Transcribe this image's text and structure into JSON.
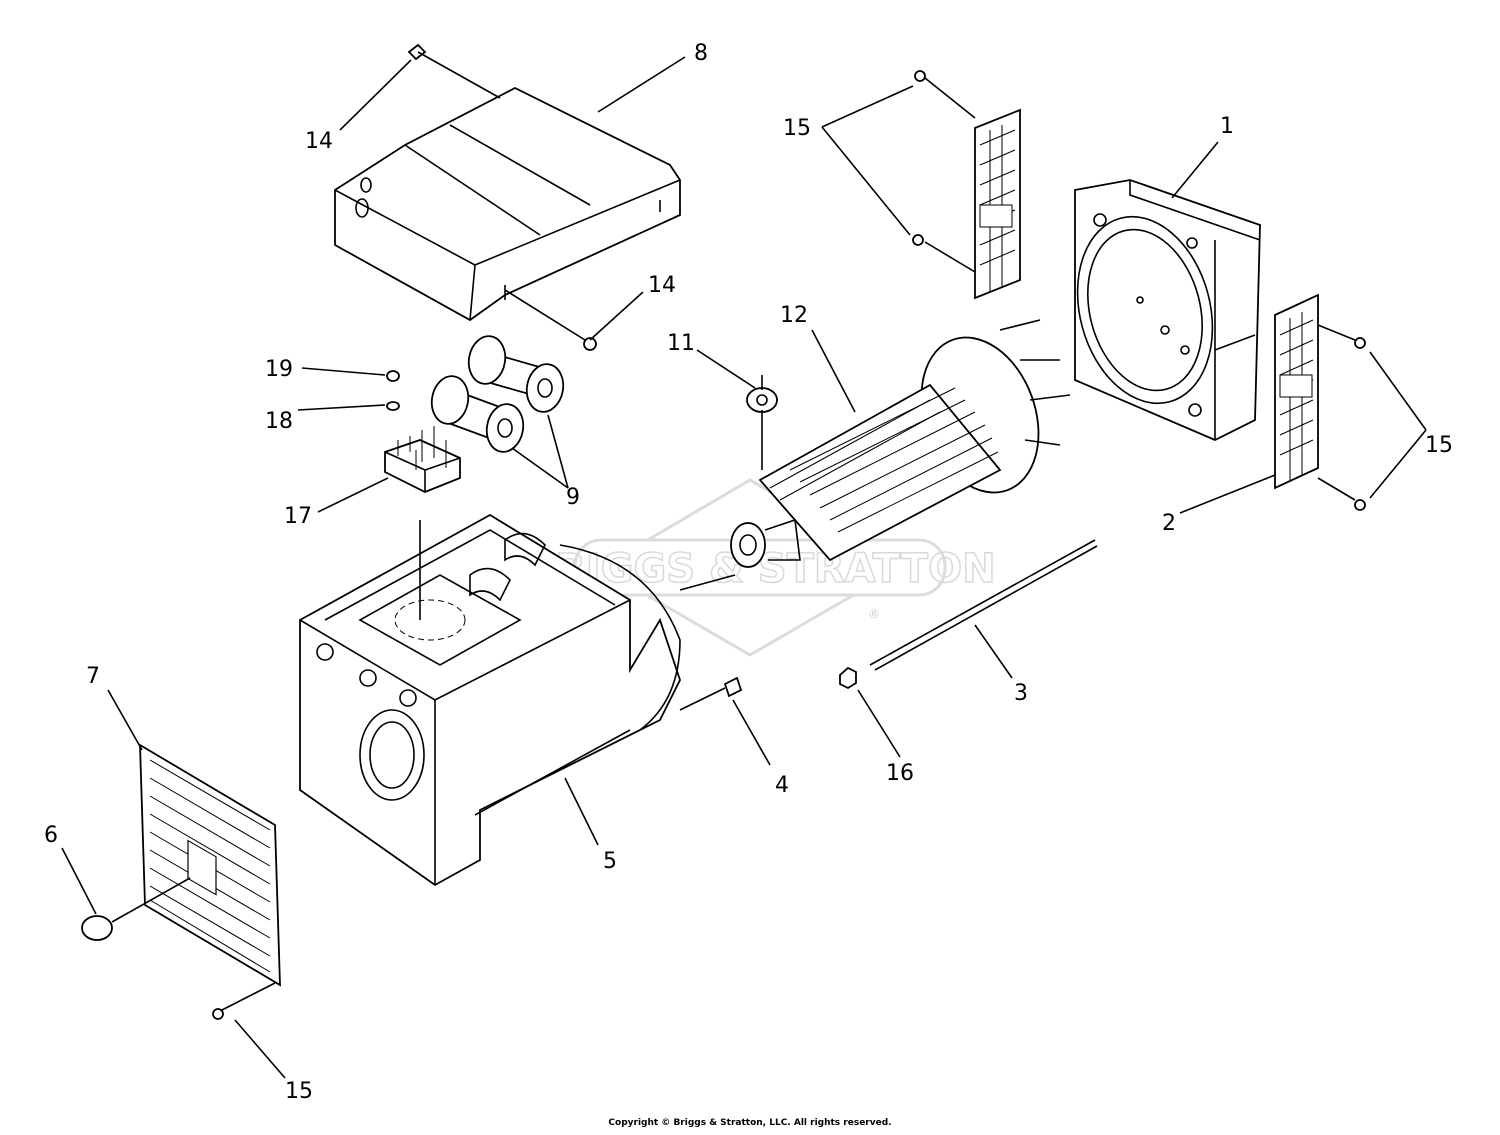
{
  "watermark": {
    "brand": "BRIGGS & STRATTON",
    "registered": "®"
  },
  "callouts": {
    "c1": "1",
    "c2": "2",
    "c3": "3",
    "c4": "4",
    "c5": "5",
    "c6": "6",
    "c7": "7",
    "c8": "8",
    "c9": "9",
    "c11": "11",
    "c12": "12",
    "c14a": "14",
    "c14b": "14",
    "c15a": "15",
    "c15b": "15",
    "c15c": "15",
    "c16": "16",
    "c17": "17",
    "c18": "18",
    "c19": "19"
  },
  "copyright": "Copyright © Briggs & Stratton, LLC. All rights reserved."
}
